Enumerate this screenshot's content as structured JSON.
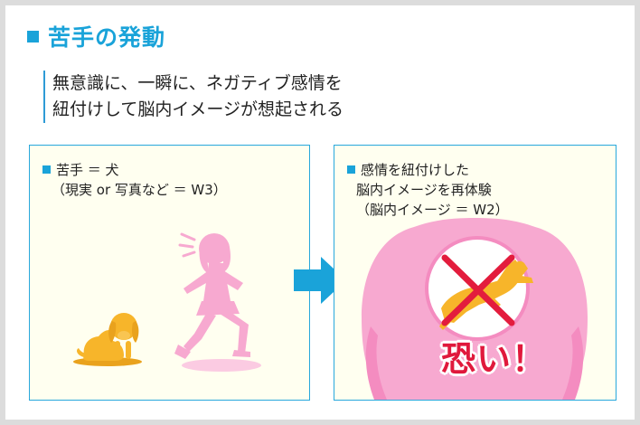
{
  "title": "苦手の発動",
  "description": {
    "line1": "無意識に、一瞬に、ネガティブ感情を",
    "line2": "紐付けして脳内イメージが想起される"
  },
  "left_panel": {
    "label_line1": "苦手 ＝ 犬",
    "label_line2": "（現実 or 写真など ＝ W3）"
  },
  "right_panel": {
    "label_line1": "感情を紐付けした",
    "label_line2": "脳内イメージを再体験",
    "label_line3": "（脳内イメージ ＝ W2）",
    "exclamation": "恐い！"
  },
  "colors": {
    "accent": "#1aa3d9",
    "panel_border": "#28a8dc",
    "panel_bg": "#fffff0",
    "dog": "#f7b52a",
    "girl_pink": "#f7a9d0",
    "cross": "#e31c3d",
    "arrow": "#1aa3d9"
  },
  "icons": {
    "square_bullet": "square-bullet-icon",
    "right_arrow": "right-arrow-icon",
    "dog": "dog-icon",
    "girl": "running-girl-icon",
    "cross": "cross-icon"
  }
}
